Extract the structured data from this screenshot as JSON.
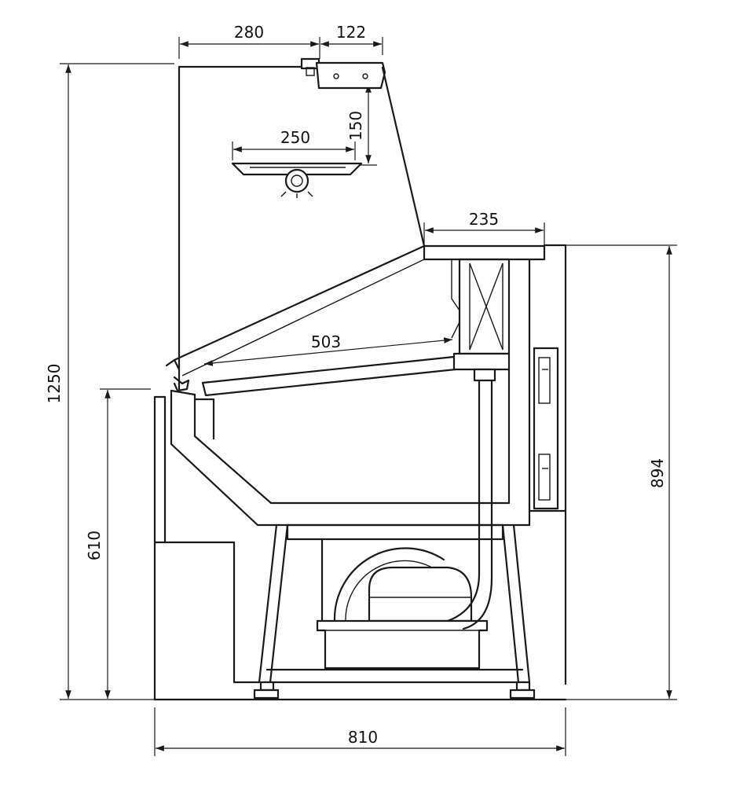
{
  "diagram": {
    "colors": {
      "line": "#1a1a1a",
      "background": "#ffffff"
    },
    "dimensions": {
      "top_left_width": "280",
      "top_right_width": "122",
      "lamp_drop": "150",
      "lamp_width": "250",
      "top_shelf_depth": "235",
      "shelf_depth": "503",
      "total_height": "1250",
      "counter_height": "610",
      "body_height": "894",
      "total_depth": "810"
    }
  }
}
